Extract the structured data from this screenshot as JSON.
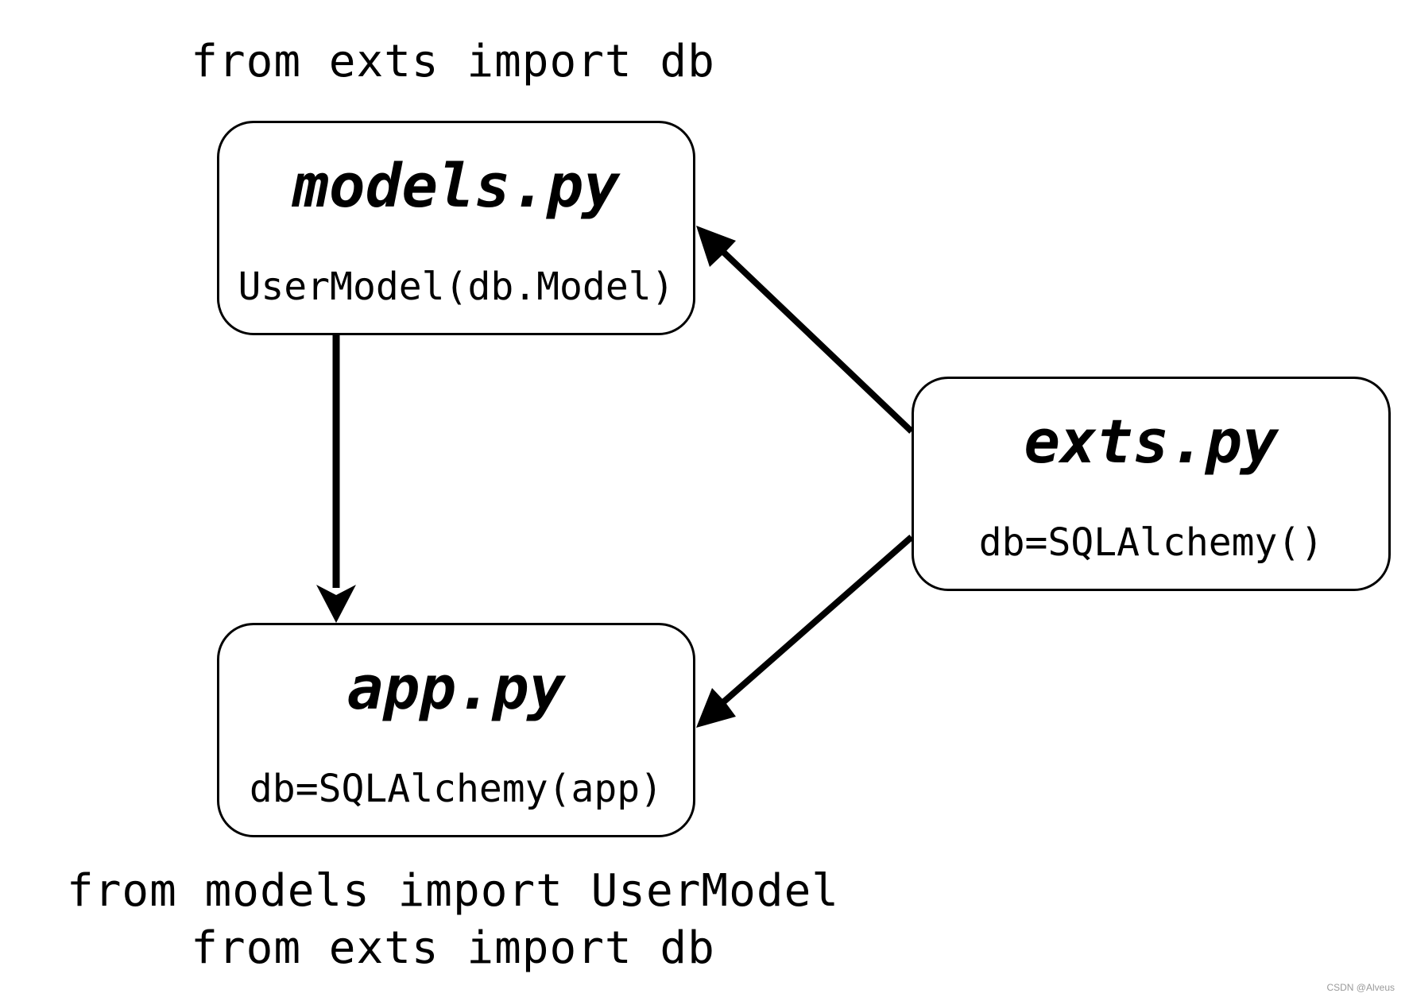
{
  "diagram": {
    "caption_top": "from exts import db",
    "caption_bottom_line1": "from models import UserModel",
    "caption_bottom_line2": "from exts import db",
    "nodes": {
      "models": {
        "title": "models.py",
        "body": "UserModel(db.Model)"
      },
      "app": {
        "title": "app.py",
        "body": "db=SQLAlchemy(app)"
      },
      "exts": {
        "title": "exts.py",
        "body": "db=SQLAlchemy()"
      }
    },
    "edges": [
      {
        "from": "models",
        "to": "app"
      },
      {
        "from": "exts",
        "to": "models"
      },
      {
        "from": "exts",
        "to": "app"
      }
    ],
    "colors": {
      "stroke": "#000000",
      "background": "#ffffff",
      "watermark": "#9a9a9a"
    }
  },
  "watermark": "CSDN @Alveus"
}
